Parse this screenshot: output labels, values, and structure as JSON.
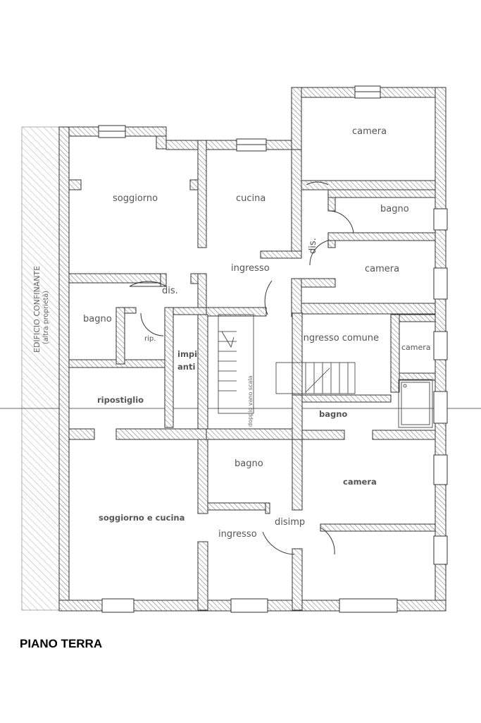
{
  "caption": "PIANO TERRA",
  "neighbor": {
    "line1": "EDIFICIO CONFINANTE",
    "line2": "(altra proprietà)"
  },
  "rooms": {
    "camera_top": "camera",
    "soggiorno": "soggiorno",
    "cucina": "cucina",
    "bagno_right_top": "bagno",
    "dis_vertical": "dis.",
    "ingresso_top": "ingresso",
    "camera_right_mid": "camera",
    "dis_left": "dis.",
    "bagno_left": "bagno",
    "rip": "rip.",
    "impi": "impi",
    "anti": "anti",
    "ingresso_comune": "ingresso comune",
    "camera_small": "camera",
    "ripostiglio": "ripostiglio",
    "vano_scala": "doppio vano scala",
    "bagno_center": "bagno",
    "bagno_lower": "bagno",
    "camera_lower": "camera",
    "soggiorno_cucina": "soggiorno e cucina",
    "disimp": "disimp",
    "ingresso_bottom": "ingresso"
  },
  "colors": {
    "wall": "#444444",
    "hatch": "#777777",
    "text": "#555555"
  }
}
